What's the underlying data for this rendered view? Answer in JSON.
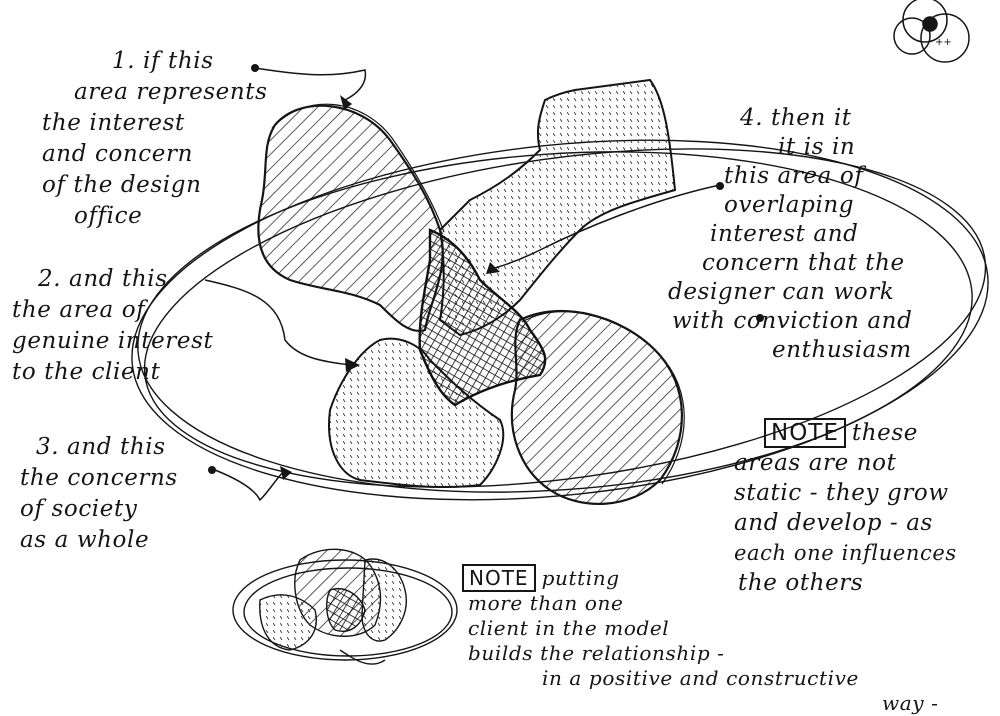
{
  "note1": {
    "lines": [
      "1. if this",
      "area represents",
      "the interest",
      "and concern",
      "of the design",
      "office"
    ]
  },
  "note2": {
    "lines": [
      "2. and this",
      "the area of",
      "genuine interest",
      "to the client"
    ]
  },
  "note3": {
    "lines": [
      "3. and this",
      "the concerns",
      "of society",
      "as a whole"
    ]
  },
  "note4": {
    "lines": [
      "4. then it",
      "it is in",
      "this area of",
      "overlaping",
      "interest and",
      "concern that the",
      "designer can work",
      "with conviction and",
      "enthusiasm"
    ]
  },
  "note5": {
    "tag": "NOTE",
    "first": "these",
    "lines": [
      "areas are not",
      "static - they grow",
      "and develop - as",
      "each one influences",
      "the others"
    ]
  },
  "note6": {
    "tag": "NOTE",
    "first": "putting",
    "lines": [
      "more than one",
      "client in the model",
      "builds the relationship -",
      "in a positive and constructive",
      "way -"
    ]
  },
  "colors": {
    "ink": "#151515",
    "paper": "#ffffff"
  }
}
